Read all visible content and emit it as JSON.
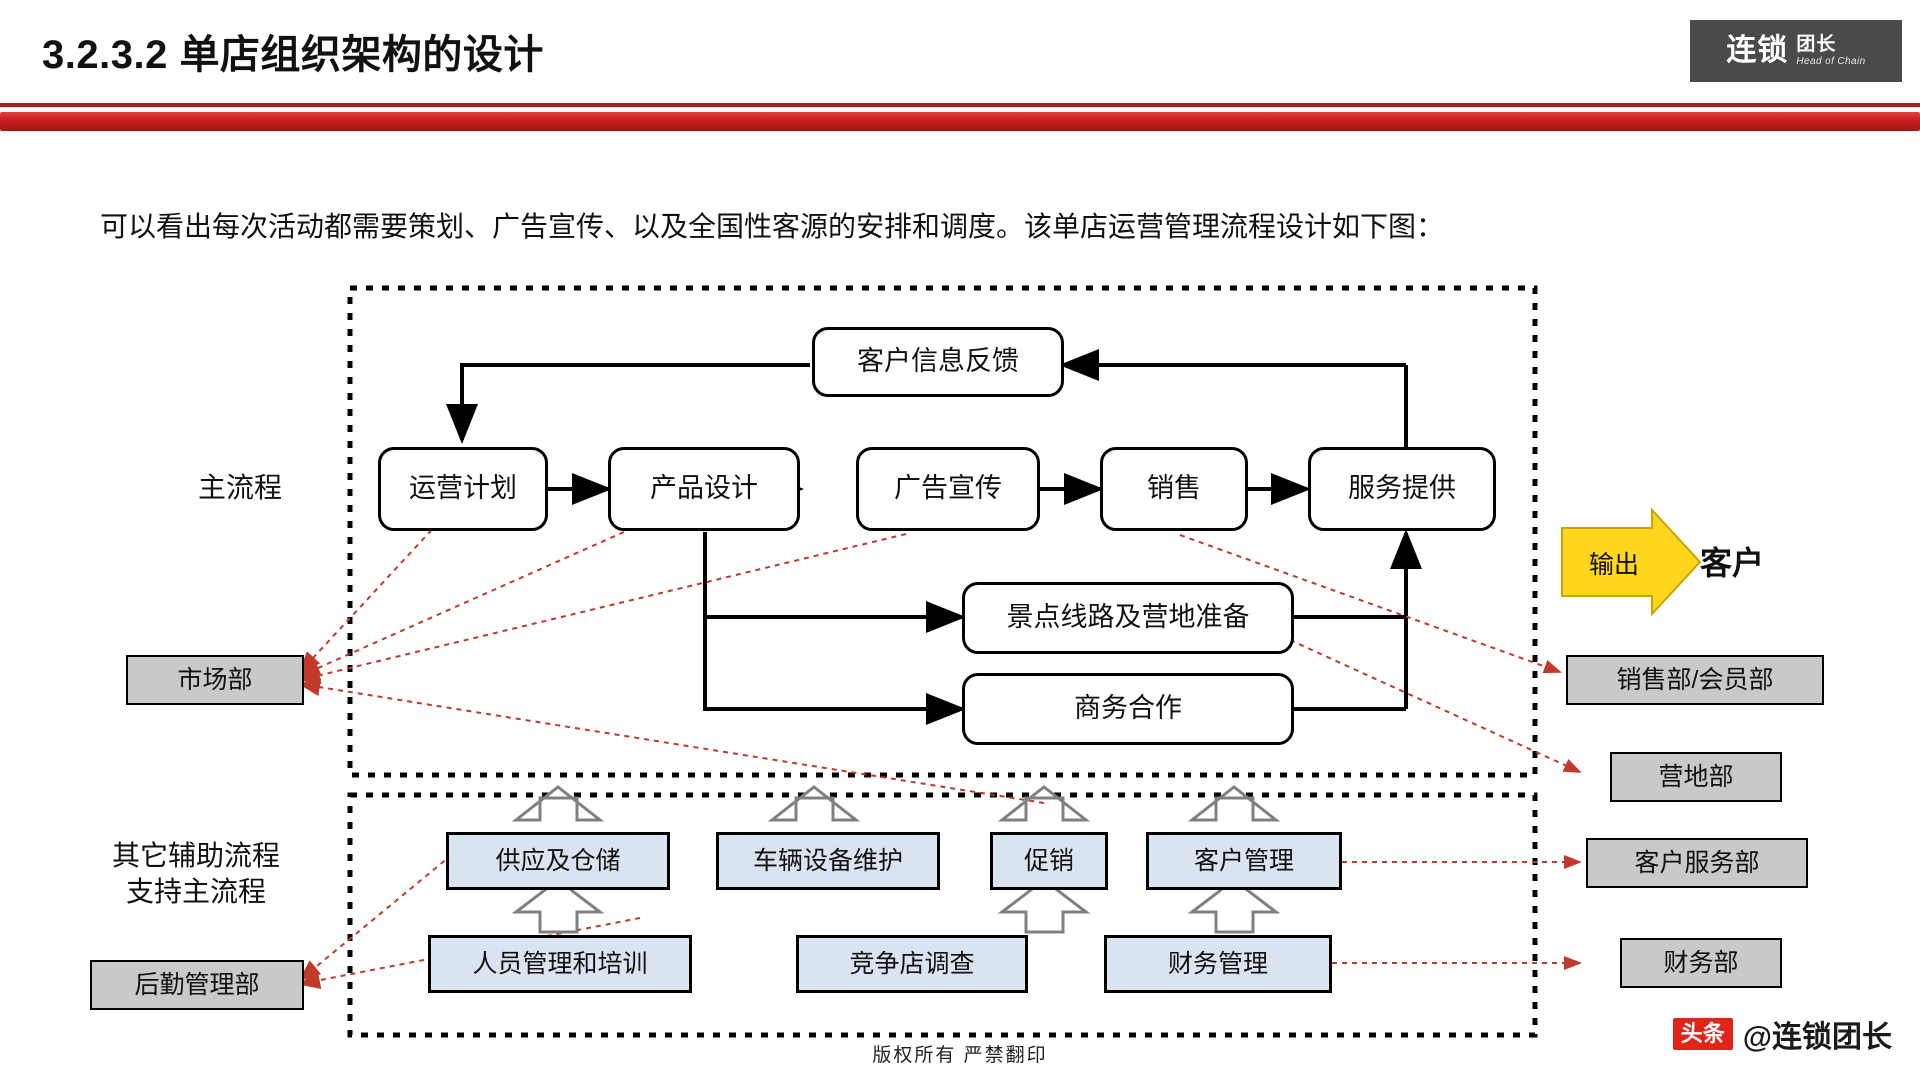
{
  "header": {
    "title": "3.2.3.2 单店组织架构的设计",
    "logo_main": "连锁",
    "logo_sub_cn": "团长",
    "logo_sub_en": "Head of Chain",
    "accent_color": "#c01a1a",
    "logo_bg": "#4a4a4a"
  },
  "intro": "可以看出每次活动都需要策划、广告宣传、以及全国性客源的安排和调度。该单店运营管理流程设计如下图：",
  "labels": {
    "main_process": "主流程",
    "support_process_line1": "其它辅助流程",
    "support_process_line2": "支持主流程",
    "output": "输出",
    "customer": "客户"
  },
  "diagram": {
    "feedback_node": "客户信息反馈",
    "main_chain": [
      "运营计划",
      "产品设计",
      "广告宣传",
      "销售",
      "服务提供"
    ],
    "secondary_nodes": [
      "景点线路及营地准备",
      "商务合作"
    ],
    "left_departments": [
      "市场部",
      "后勤管理部"
    ],
    "right_departments": [
      "销售部/会员部",
      "营地部",
      "客户服务部",
      "财务部"
    ],
    "support_top_row": [
      "供应及仓储",
      "车辆设备维护",
      "促销",
      "客户管理"
    ],
    "support_bottom_row": [
      "人员管理和培训",
      "竞争店调查",
      "财务管理"
    ]
  },
  "colors": {
    "support_box_fill": "#dae4f0",
    "department_box_fill": "#c9c9c9",
    "dashed_link": "#c0392b",
    "yellow_arrow": "#ffd61e"
  },
  "footer": {
    "copyright": "版权所有  严禁翻印",
    "watermark_badge": "头条",
    "watermark_text": "@连锁团长"
  }
}
